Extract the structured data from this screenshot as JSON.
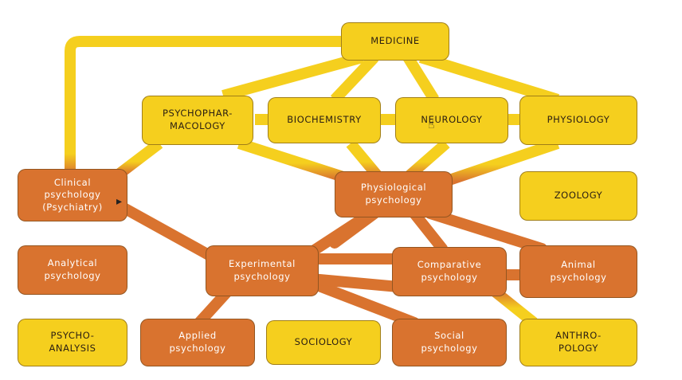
{
  "colors": {
    "yellow": "#f5cf1e",
    "orange": "#d9732f",
    "background": "#ffffff"
  },
  "nodes": {
    "medicine": "MEDICINE",
    "psychopharmacology": "PSYCHOPHAR-\nMACOLOGY",
    "biochemistry": "BIOCHEMISTRY",
    "neurology": "NEUROLOGY",
    "physiology": "PHYSIOLOGY",
    "clinical_psychology": "Clinical\npsychology\n(Psychiatry)",
    "physiological_psychology": "Physiological\npsychology",
    "zoology": "ZOOLOGY",
    "analytical_psychology": "Analytical\npsychology",
    "experimental_psychology": "Experimental\npsychology",
    "comparative_psychology": "Comparative\npsychology",
    "animal_psychology": "Animal\npsychology",
    "psychoanalysis": "PSYCHO-\nANALYSIS",
    "applied_psychology": "Applied\npsychology",
    "sociology": "SOCIOLOGY",
    "social_psychology": "Social\npsychology",
    "anthropology": "ANTHRO-\nPOLOGY"
  }
}
